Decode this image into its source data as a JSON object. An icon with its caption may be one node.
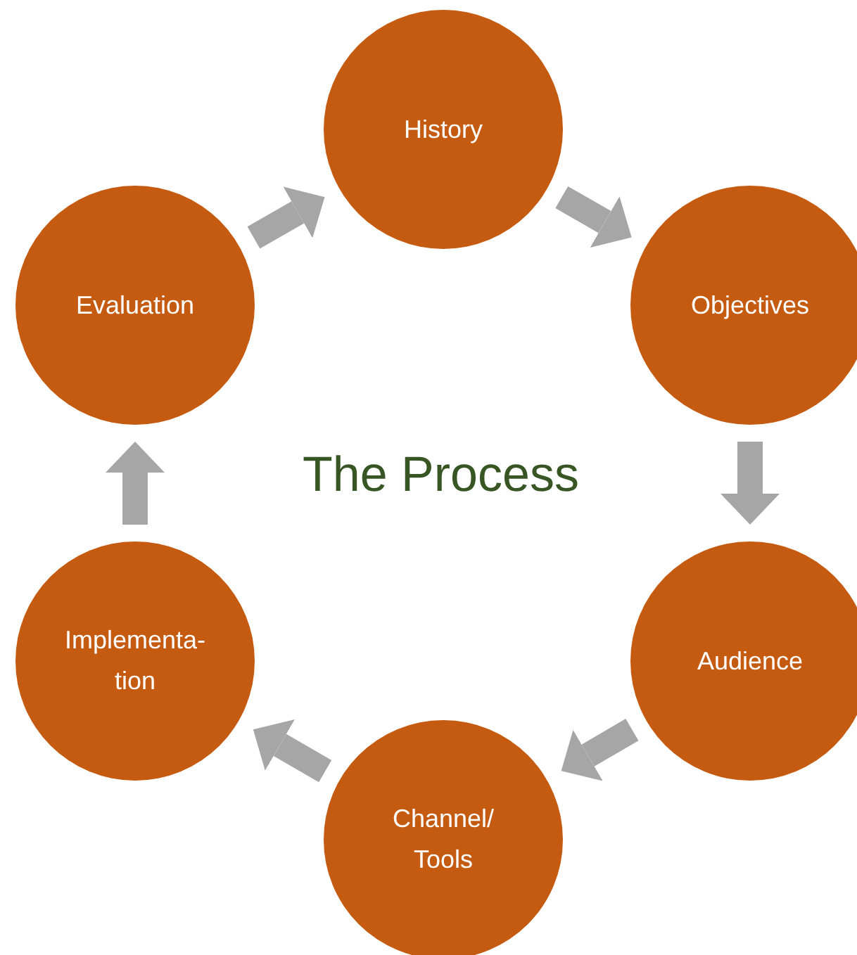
{
  "diagram": {
    "title": "The Process",
    "nodes": [
      {
        "text": [
          "History"
        ]
      },
      {
        "text": [
          "Objectives"
        ]
      },
      {
        "text": [
          "Audience"
        ]
      },
      {
        "text": [
          "Channel/ Tools"
        ]
      },
      {
        "text": [
          "Implementa- tion"
        ]
      },
      {
        "text": [
          "Evaluation"
        ]
      }
    ],
    "edges": [
      {
        "from": 0,
        "to": 1,
        "arrow": "to"
      },
      {
        "from": 1,
        "to": 2,
        "arrow": "to"
      },
      {
        "from": 2,
        "to": 3,
        "arrow": "to"
      },
      {
        "from": 3,
        "to": 4,
        "arrow": "to"
      },
      {
        "from": 4,
        "to": 5,
        "arrow": "to"
      },
      {
        "from": 5,
        "to": 0,
        "arrow": "to"
      }
    ]
  }
}
